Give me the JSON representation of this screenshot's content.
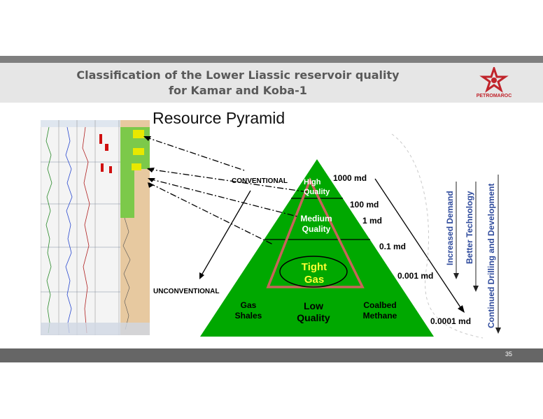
{
  "slide": {
    "title_line1": "Classification of the Lower Liassic reservoir quality",
    "title_line2": "for Kamar and Koba-1",
    "logo_text": "PETROMAROC",
    "page_number": "35"
  },
  "pyramid": {
    "heading": "Resource Pyramid",
    "tiers": {
      "high": "High Quality",
      "medium": "Medium Quality",
      "tight": "Tight Gas",
      "gas_shales": "Gas Shales",
      "low": "Low Quality",
      "coalbed": "Coalbed Methane"
    },
    "permeability_labels": [
      "1000 md",
      "100 md",
      "1 md",
      "0.1 md",
      "0.001 md",
      "0.0001 md"
    ],
    "side_labels": {
      "conventional": "CONVENTIONAL",
      "unconventional": "UNCONVENTIONAL"
    },
    "trends": [
      "Increased Demand",
      "Better Technology",
      "Continued Drilling and Development"
    ],
    "colors": {
      "pyramid_green": "#00a800",
      "triangle_outline": "#c8645a",
      "yellow_highlight": "#e8e800",
      "trend_text": "#2e4a9c"
    }
  }
}
